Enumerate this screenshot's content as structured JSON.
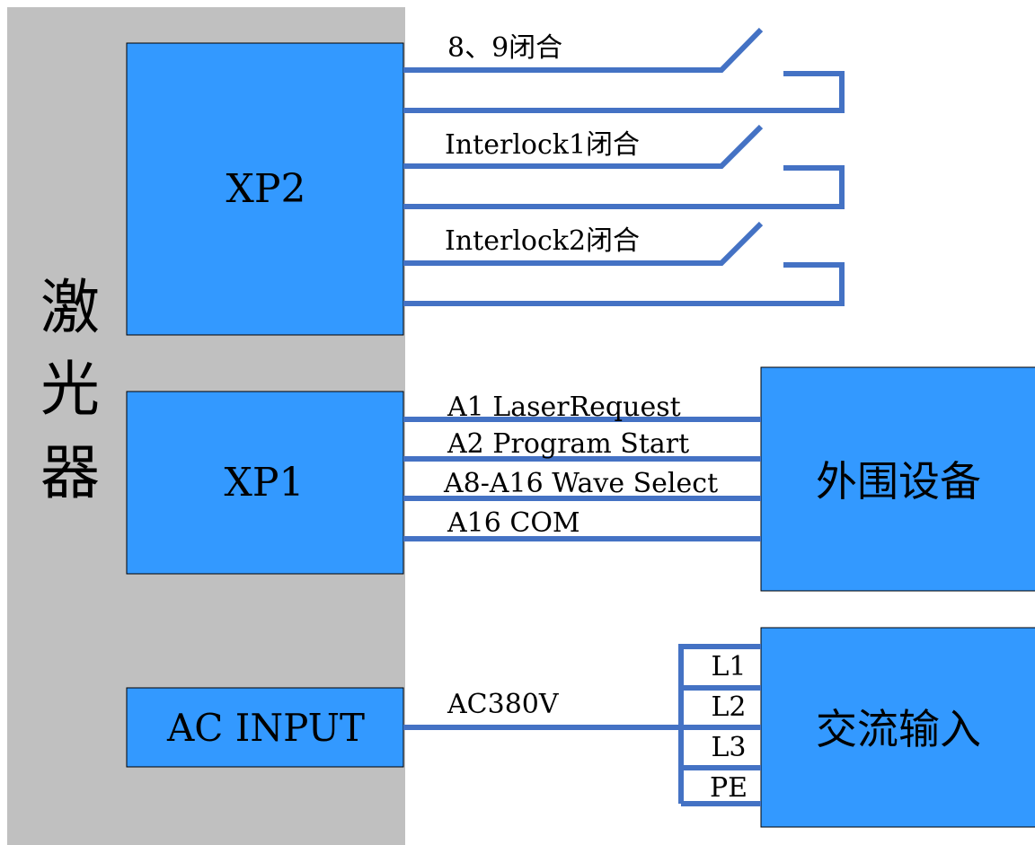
{
  "laser": {
    "label_chars": [
      "激",
      "光",
      "器"
    ]
  },
  "blocks": {
    "xp2": "XP2",
    "xp1": "XP1",
    "ac_input": "AC INPUT",
    "peripheral": "外围设备",
    "ac_supply": "交流输入"
  },
  "switches": [
    {
      "label": "8、9闭合"
    },
    {
      "label": "Interlock1闭合"
    },
    {
      "label": "Interlock2闭合"
    }
  ],
  "signals": [
    {
      "label": "A1 LaserRequest"
    },
    {
      "label": "A2 Program Start"
    },
    {
      "label": "A8-A16 Wave Select"
    },
    {
      "label": "A16 COM"
    }
  ],
  "power": {
    "line_label": "AC380V",
    "terminals": [
      "L1",
      "L2",
      "L3",
      "PE"
    ]
  },
  "colors": {
    "block_fill": "#3399FF",
    "wire": "#4472C4",
    "laser_panel": "#C0C0C0"
  }
}
